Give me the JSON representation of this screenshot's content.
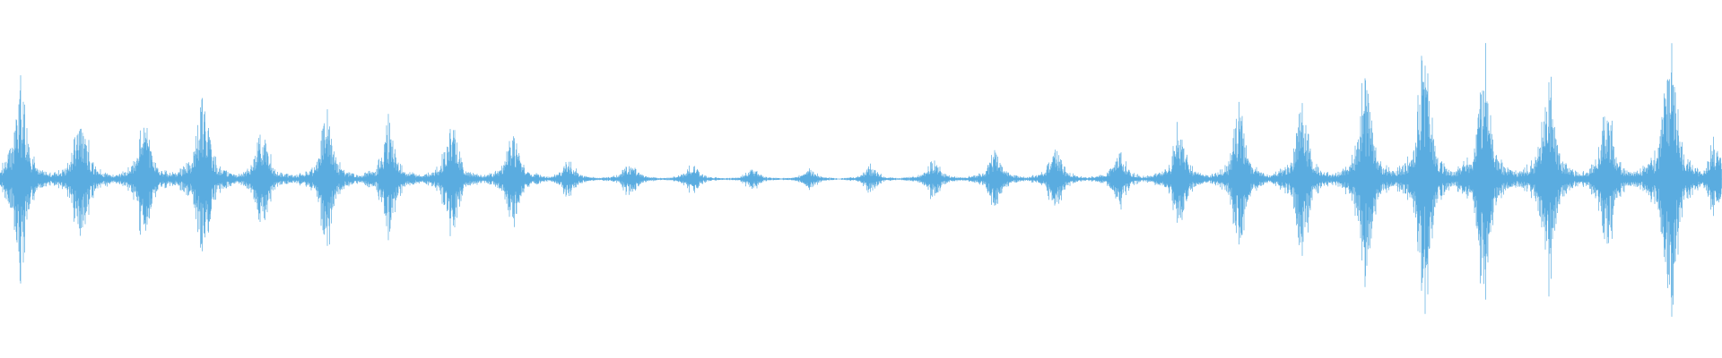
{
  "waveform": {
    "color": "#5aace0",
    "bursts": [
      {
        "t": 0.012,
        "a": 0.42
      },
      {
        "t": 0.047,
        "a": 0.32
      },
      {
        "t": 0.084,
        "a": 0.28
      },
      {
        "t": 0.118,
        "a": 0.4
      },
      {
        "t": 0.152,
        "a": 0.25
      },
      {
        "t": 0.19,
        "a": 0.29
      },
      {
        "t": 0.226,
        "a": 0.25
      },
      {
        "t": 0.262,
        "a": 0.25
      },
      {
        "t": 0.298,
        "a": 0.23
      },
      {
        "t": 0.33,
        "a": 0.09
      },
      {
        "t": 0.366,
        "a": 0.08
      },
      {
        "t": 0.402,
        "a": 0.07
      },
      {
        "t": 0.437,
        "a": 0.05
      },
      {
        "t": 0.47,
        "a": 0.05
      },
      {
        "t": 0.506,
        "a": 0.06
      },
      {
        "t": 0.542,
        "a": 0.09
      },
      {
        "t": 0.578,
        "a": 0.13
      },
      {
        "t": 0.613,
        "a": 0.14
      },
      {
        "t": 0.65,
        "a": 0.13
      },
      {
        "t": 0.685,
        "a": 0.24
      },
      {
        "t": 0.72,
        "a": 0.3
      },
      {
        "t": 0.756,
        "a": 0.34
      },
      {
        "t": 0.793,
        "a": 0.45
      },
      {
        "t": 0.827,
        "a": 0.55
      },
      {
        "t": 0.862,
        "a": 0.54
      },
      {
        "t": 0.899,
        "a": 0.46
      },
      {
        "t": 0.933,
        "a": 0.35
      },
      {
        "t": 0.97,
        "a": 0.66
      },
      {
        "t": 0.996,
        "a": 0.18
      }
    ]
  }
}
